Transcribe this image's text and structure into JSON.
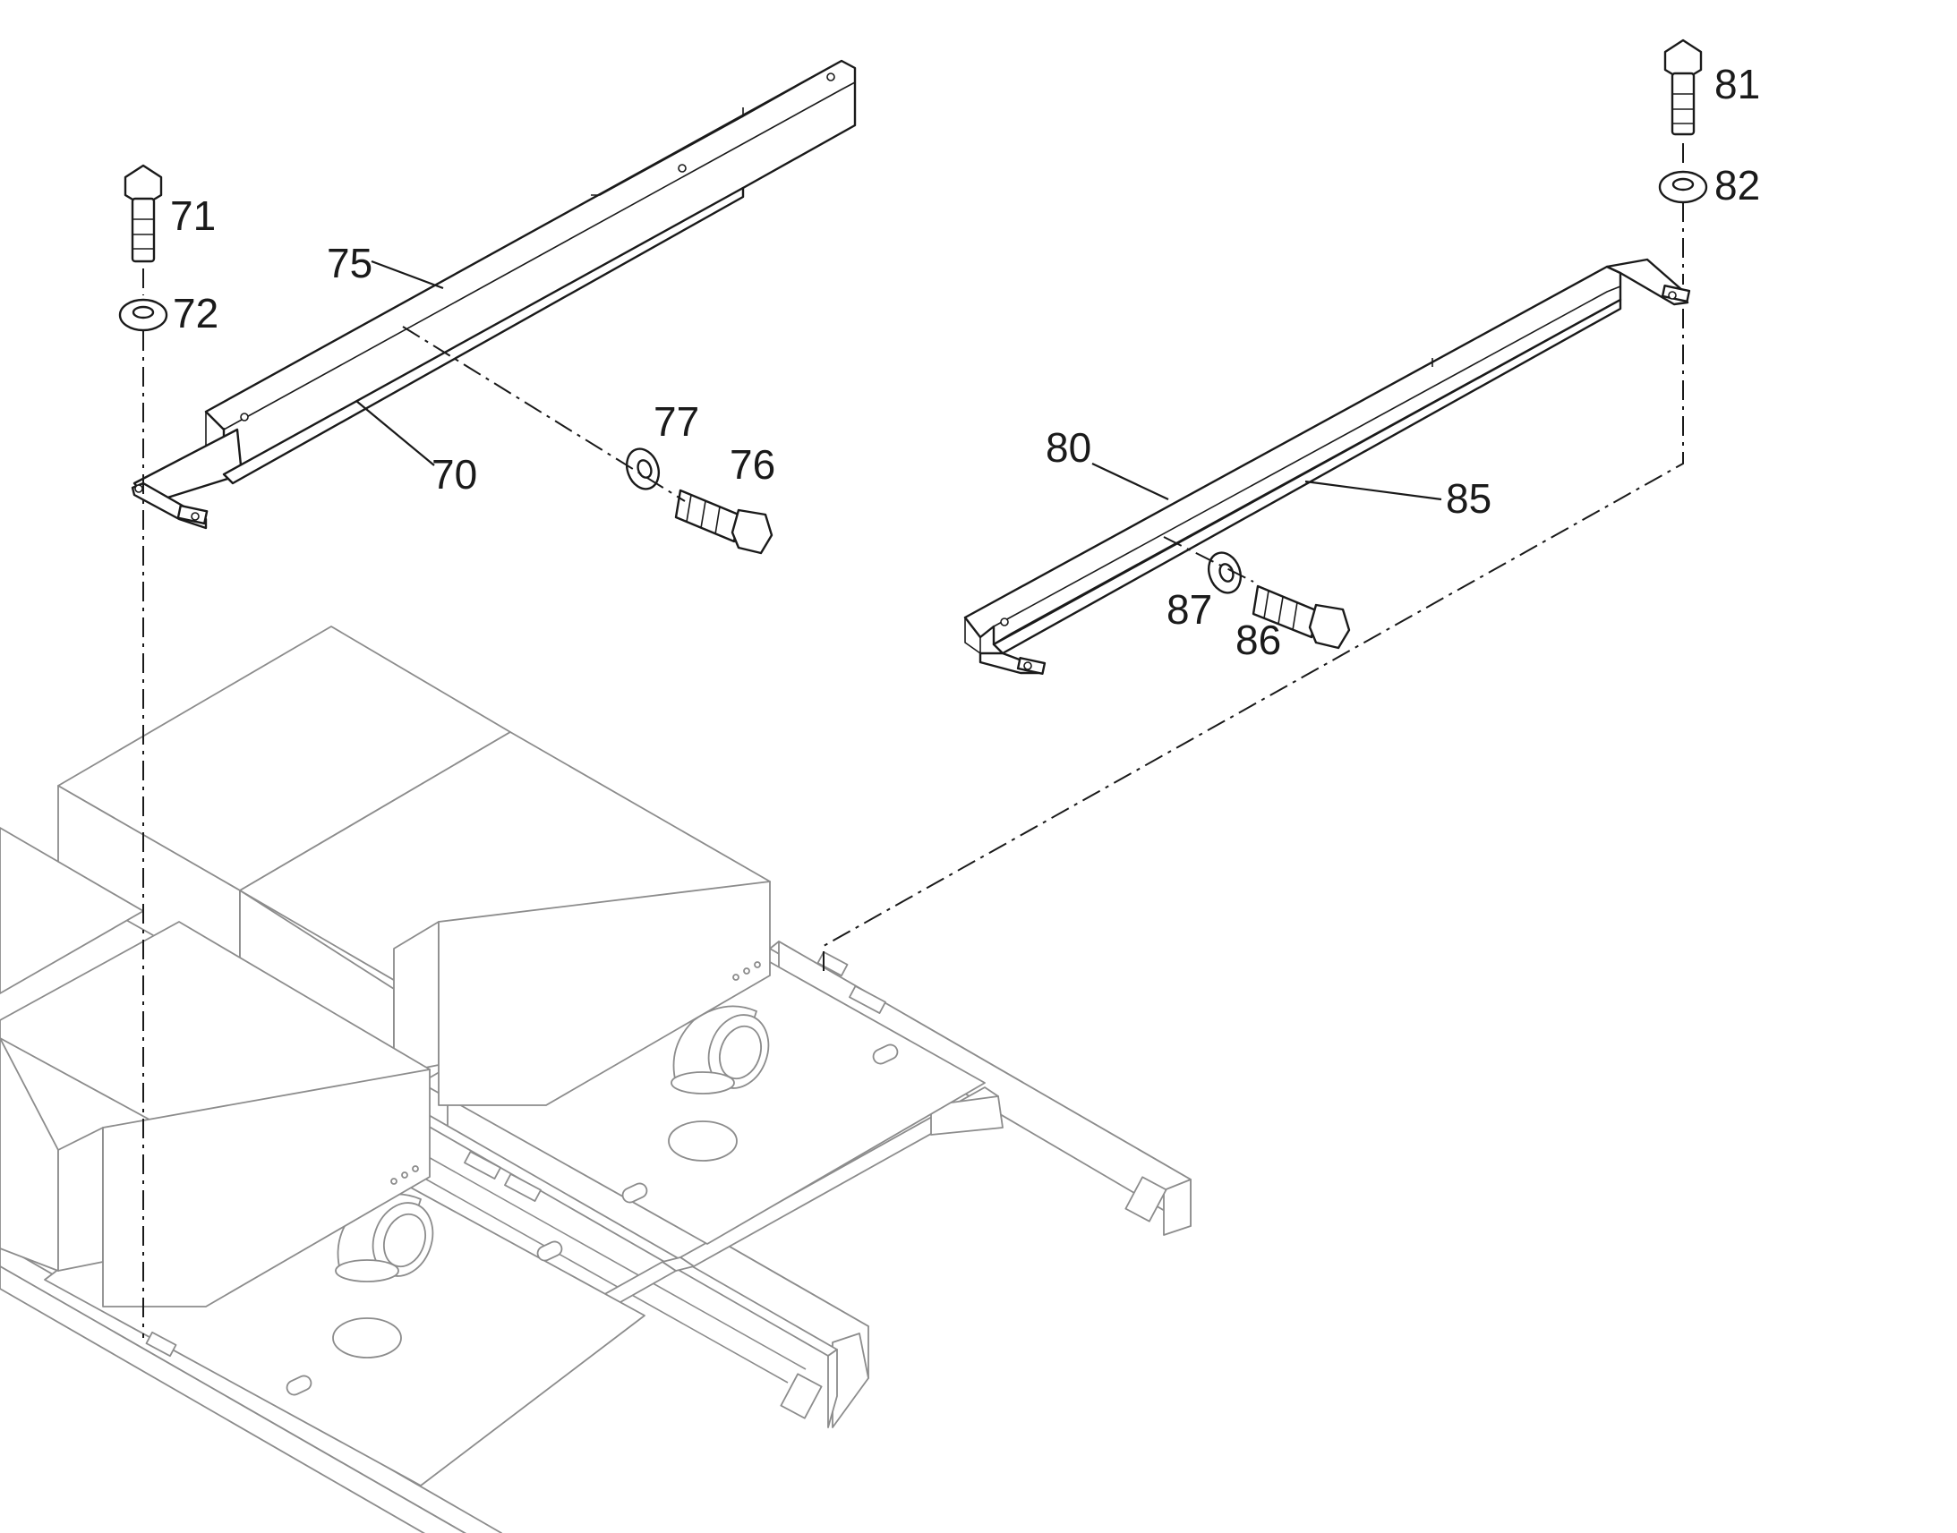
{
  "diagram": {
    "type": "exploded-parts-view",
    "callouts": {
      "c70": "70",
      "c71": "71",
      "c72": "72",
      "c75": "75",
      "c76": "76",
      "c77": "77",
      "c80": "80",
      "c81": "81",
      "c82": "82",
      "c85": "85",
      "c86": "86",
      "c87": "87"
    },
    "colors": {
      "ink": "#1a1a1a",
      "ghost": "#8c8c8c",
      "background": "#ffffff"
    }
  }
}
